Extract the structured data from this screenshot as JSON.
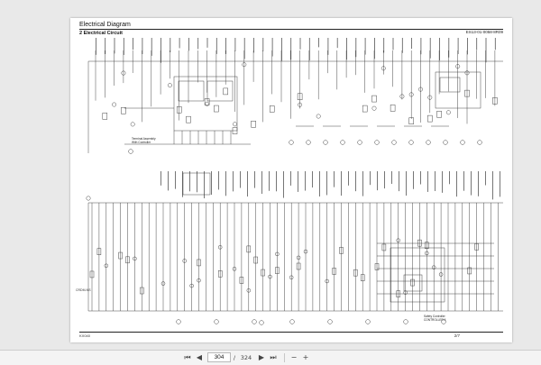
{
  "document": {
    "header_title": "Electrical Diagram",
    "header_section": "2  Electrical Circuit",
    "header_code": "ES13-01-0058-8R09",
    "page_number": "2/7",
    "footer_code": "KX040",
    "side_code": "CRDM-NS",
    "annotations": {
      "controller_label": "Terminal Assembly\nWith Controller",
      "safety_label": "Safety Controller\nCONTROLLER II"
    }
  },
  "toolbar": {
    "page_current": "304",
    "page_total": "324",
    "page_separator": "/",
    "icons": {
      "first": "first-page-icon",
      "prev": "prev-page-icon",
      "next": "next-page-icon",
      "last": "last-page-icon",
      "zoom_out": "zoom-out-icon",
      "zoom_in": "zoom-in-icon"
    }
  }
}
